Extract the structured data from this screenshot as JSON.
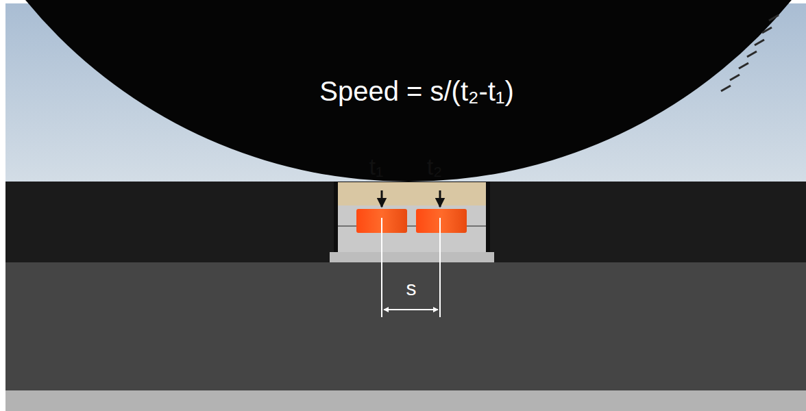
{
  "diagram": {
    "labels": [
      "Speed = s/(t₂-t₁)",
      "t₁",
      "t₂",
      "s"
    ]
  }
}
